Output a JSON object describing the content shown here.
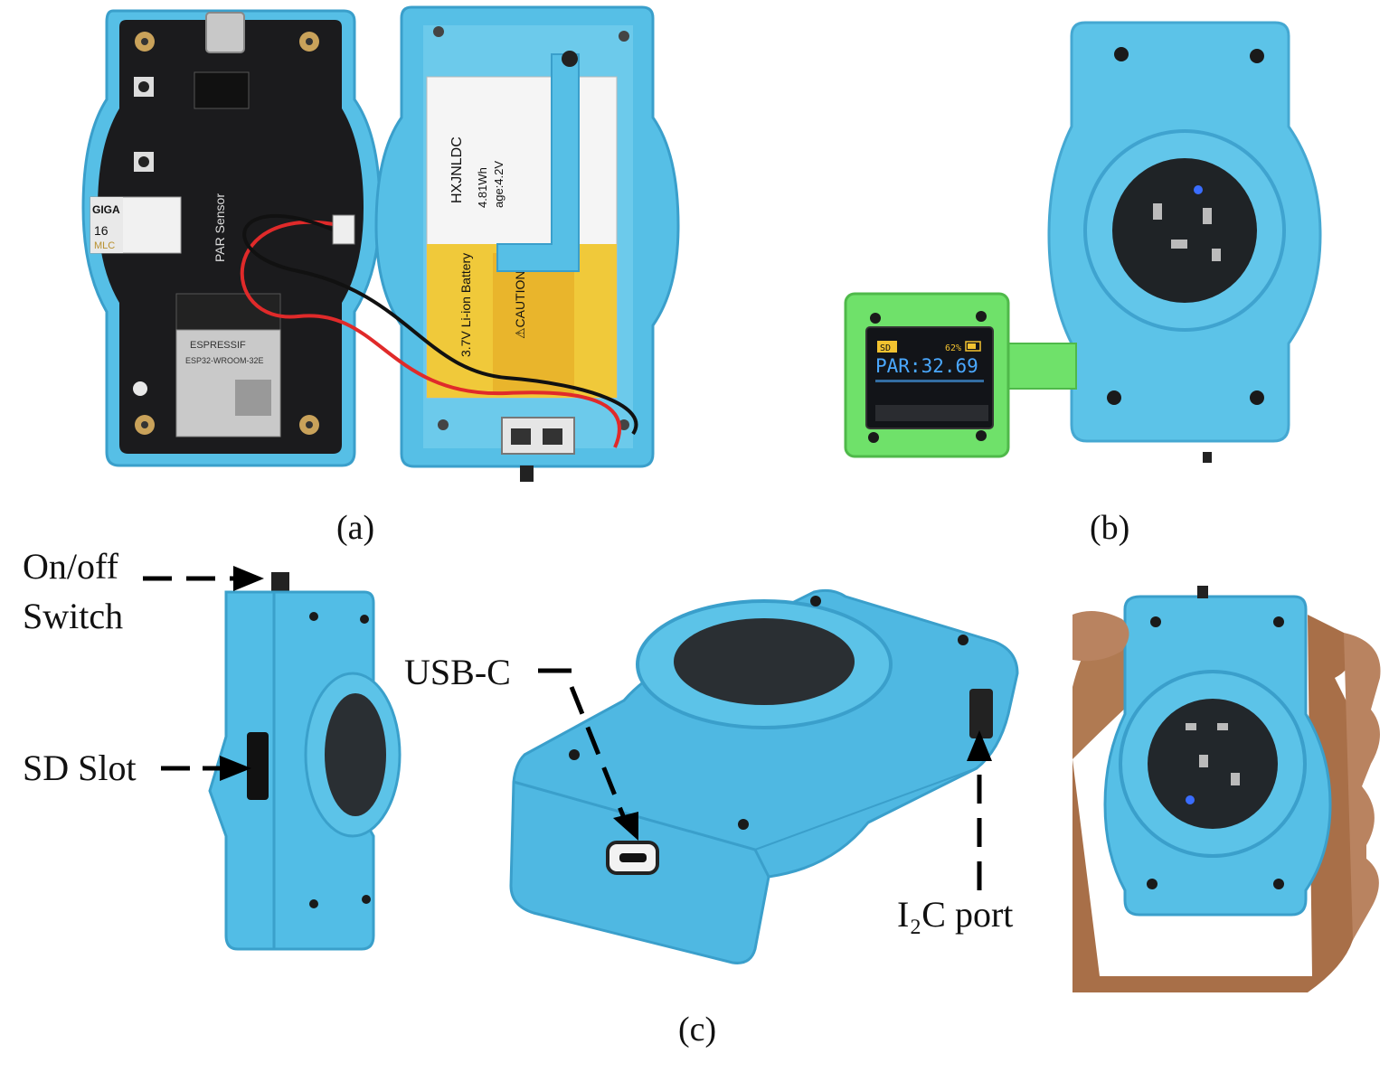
{
  "figure": {
    "captions": {
      "a": "(a)",
      "b": "(b)",
      "c": "(c)"
    },
    "labels": {
      "switch_line1": "On/off",
      "switch_line2": "Switch",
      "sd_slot": "SD Slot",
      "usb_c": "USB-C",
      "i2c_port": "I₂C port"
    },
    "pcb": {
      "board_name": "PAR Sensor",
      "module_brand": "ESPRESSIF",
      "module_model": "ESP32-WROOM-32E",
      "sd_card_brand": "GIGA",
      "sd_card_capacity": "16",
      "sd_card_type": "MLC"
    },
    "battery": {
      "brand": "HXJNLDC",
      "type": "3.7V Li-ion Battery",
      "energy": "4.81Wh",
      "voltage": "age:4.2V",
      "caution": "⚠CAUTION"
    },
    "oled": {
      "sd_badge": "SD",
      "battery_percent": "62%",
      "reading": "PAR:32.69"
    },
    "colors": {
      "case_blue": "#56bfe6",
      "case_blue_dark": "#3a9fcb",
      "pcb_black": "#1b1b1d",
      "display_green": "#6fe16a",
      "oled_text": "#4aa8ff",
      "oled_yellow": "#f2c230",
      "battery_yellow": "#f0c93a",
      "skin": "#b07a52"
    }
  }
}
